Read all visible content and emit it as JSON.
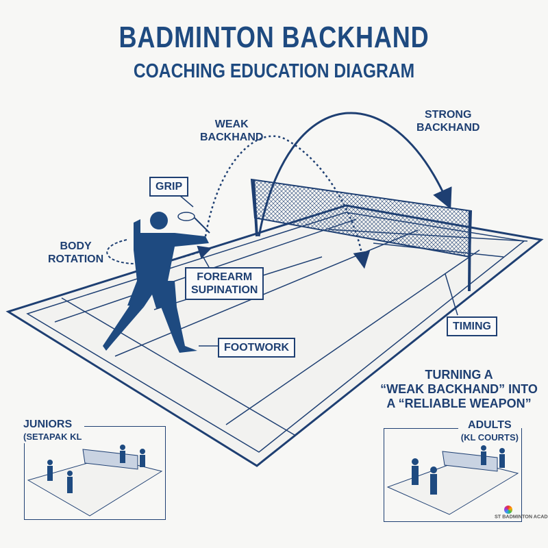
{
  "header": {
    "title": "BADMINTON BACKHAND",
    "subtitle": "COACHING EDUCATION DIAGRAM"
  },
  "labels": {
    "weak_backhand": "WEAK\nBACKHAND",
    "strong_backhand": "STRONG\nBACKHAND",
    "grip": "GRIP",
    "body_rotation": "BODY\nROTATION",
    "forearm_supination": "FOREARM\nSUPINATION",
    "footwork": "FOOTWORK",
    "timing": "TIMING"
  },
  "tagline": "TURNING A\n“WEAK BACKHAND” INTO\nA “RELIABLE WEAPON”",
  "insets": [
    {
      "title": "JUNIORS",
      "subtitle": "(SETAPAK KL"
    },
    {
      "title": "ADULTS",
      "subtitle": "(KL COURTS)"
    }
  ],
  "logo": "ST BADMINTON ACADEMY",
  "colors": {
    "primary": "#1e3f72",
    "background": "#f7f7f5"
  }
}
